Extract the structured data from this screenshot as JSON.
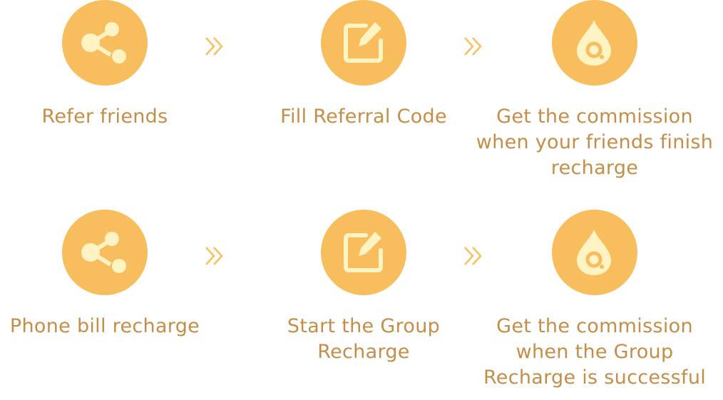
{
  "colors": {
    "circle": "#f8be5e",
    "icon": "#fef3c2",
    "text": "#c58e48",
    "arrow": "#f7c261"
  },
  "rows": [
    {
      "steps": [
        {
          "icon": "share-icon",
          "label": "Refer friends"
        },
        {
          "icon": "edit-icon",
          "label": "Fill Referral Code"
        },
        {
          "icon": "commission-icon",
          "label": "Get the commission when your friends finish recharge"
        }
      ]
    },
    {
      "steps": [
        {
          "icon": "share-icon",
          "label": "Phone bill recharge"
        },
        {
          "icon": "edit-icon",
          "label": "Start the Group Recharge"
        },
        {
          "icon": "commission-icon",
          "label": "Get the commission when the Group Recharge is successful"
        }
      ]
    }
  ],
  "arrow_icon": "double-chevron-right-icon"
}
